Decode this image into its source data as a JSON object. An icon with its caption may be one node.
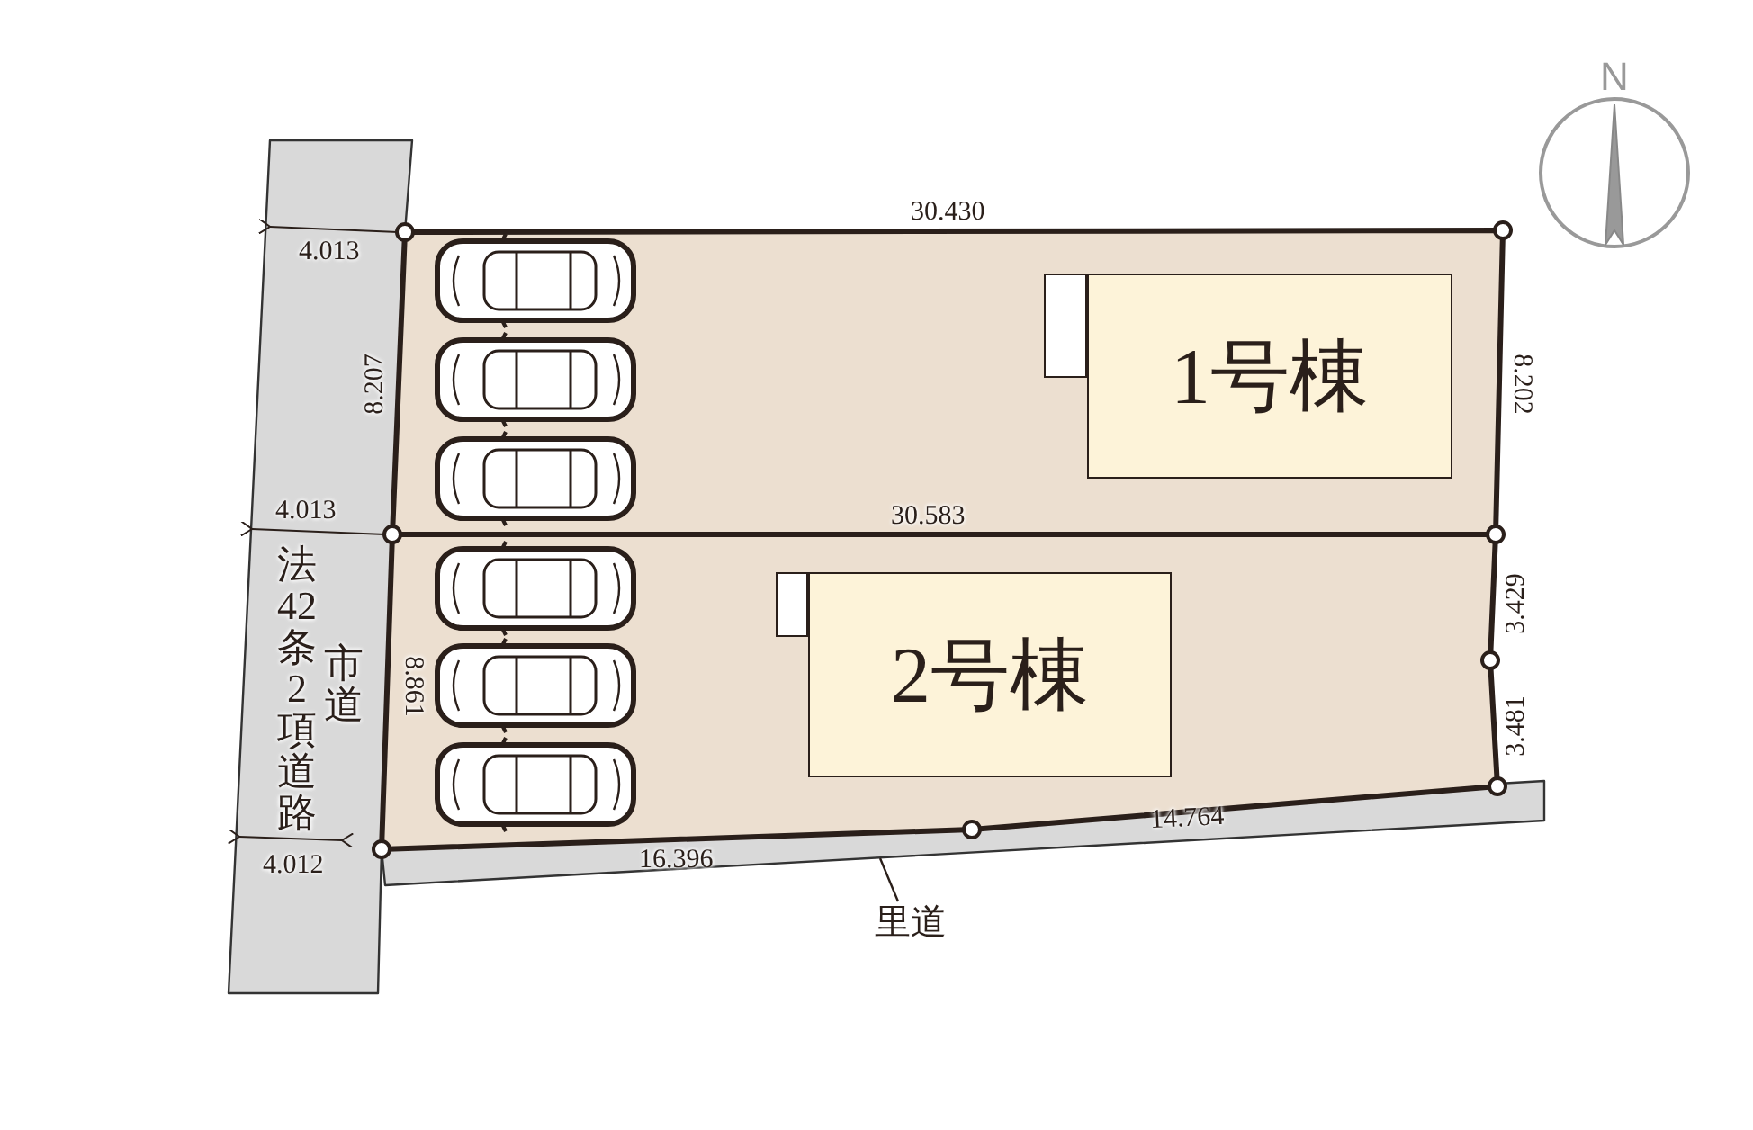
{
  "diagram": {
    "nodes": [
      {
        "text": [
          "法42条2項道路",
          "市道"
        ]
      },
      {
        "text": [],
        "shape": "box"
      },
      {
        "text": [
          "1号棟"
        ],
        "in": 1
      },
      {
        "text": [],
        "shape": "box"
      },
      {
        "text": [
          "2号棟"
        ],
        "in": 3
      },
      {
        "text": [],
        "shape": "bar"
      },
      {
        "text": [
          "里道"
        ]
      }
    ],
    "edges": [
      {
        "from": 6,
        "to": 5,
        "arrow": "none"
      }
    ],
    "labels": [
      "N",
      "30.430",
      "4.013",
      "8.207",
      "8.202",
      "4.013",
      "30.583",
      "3.429",
      "8.861",
      "3.481",
      "4.012",
      "16.396",
      "14.764"
    ]
  }
}
